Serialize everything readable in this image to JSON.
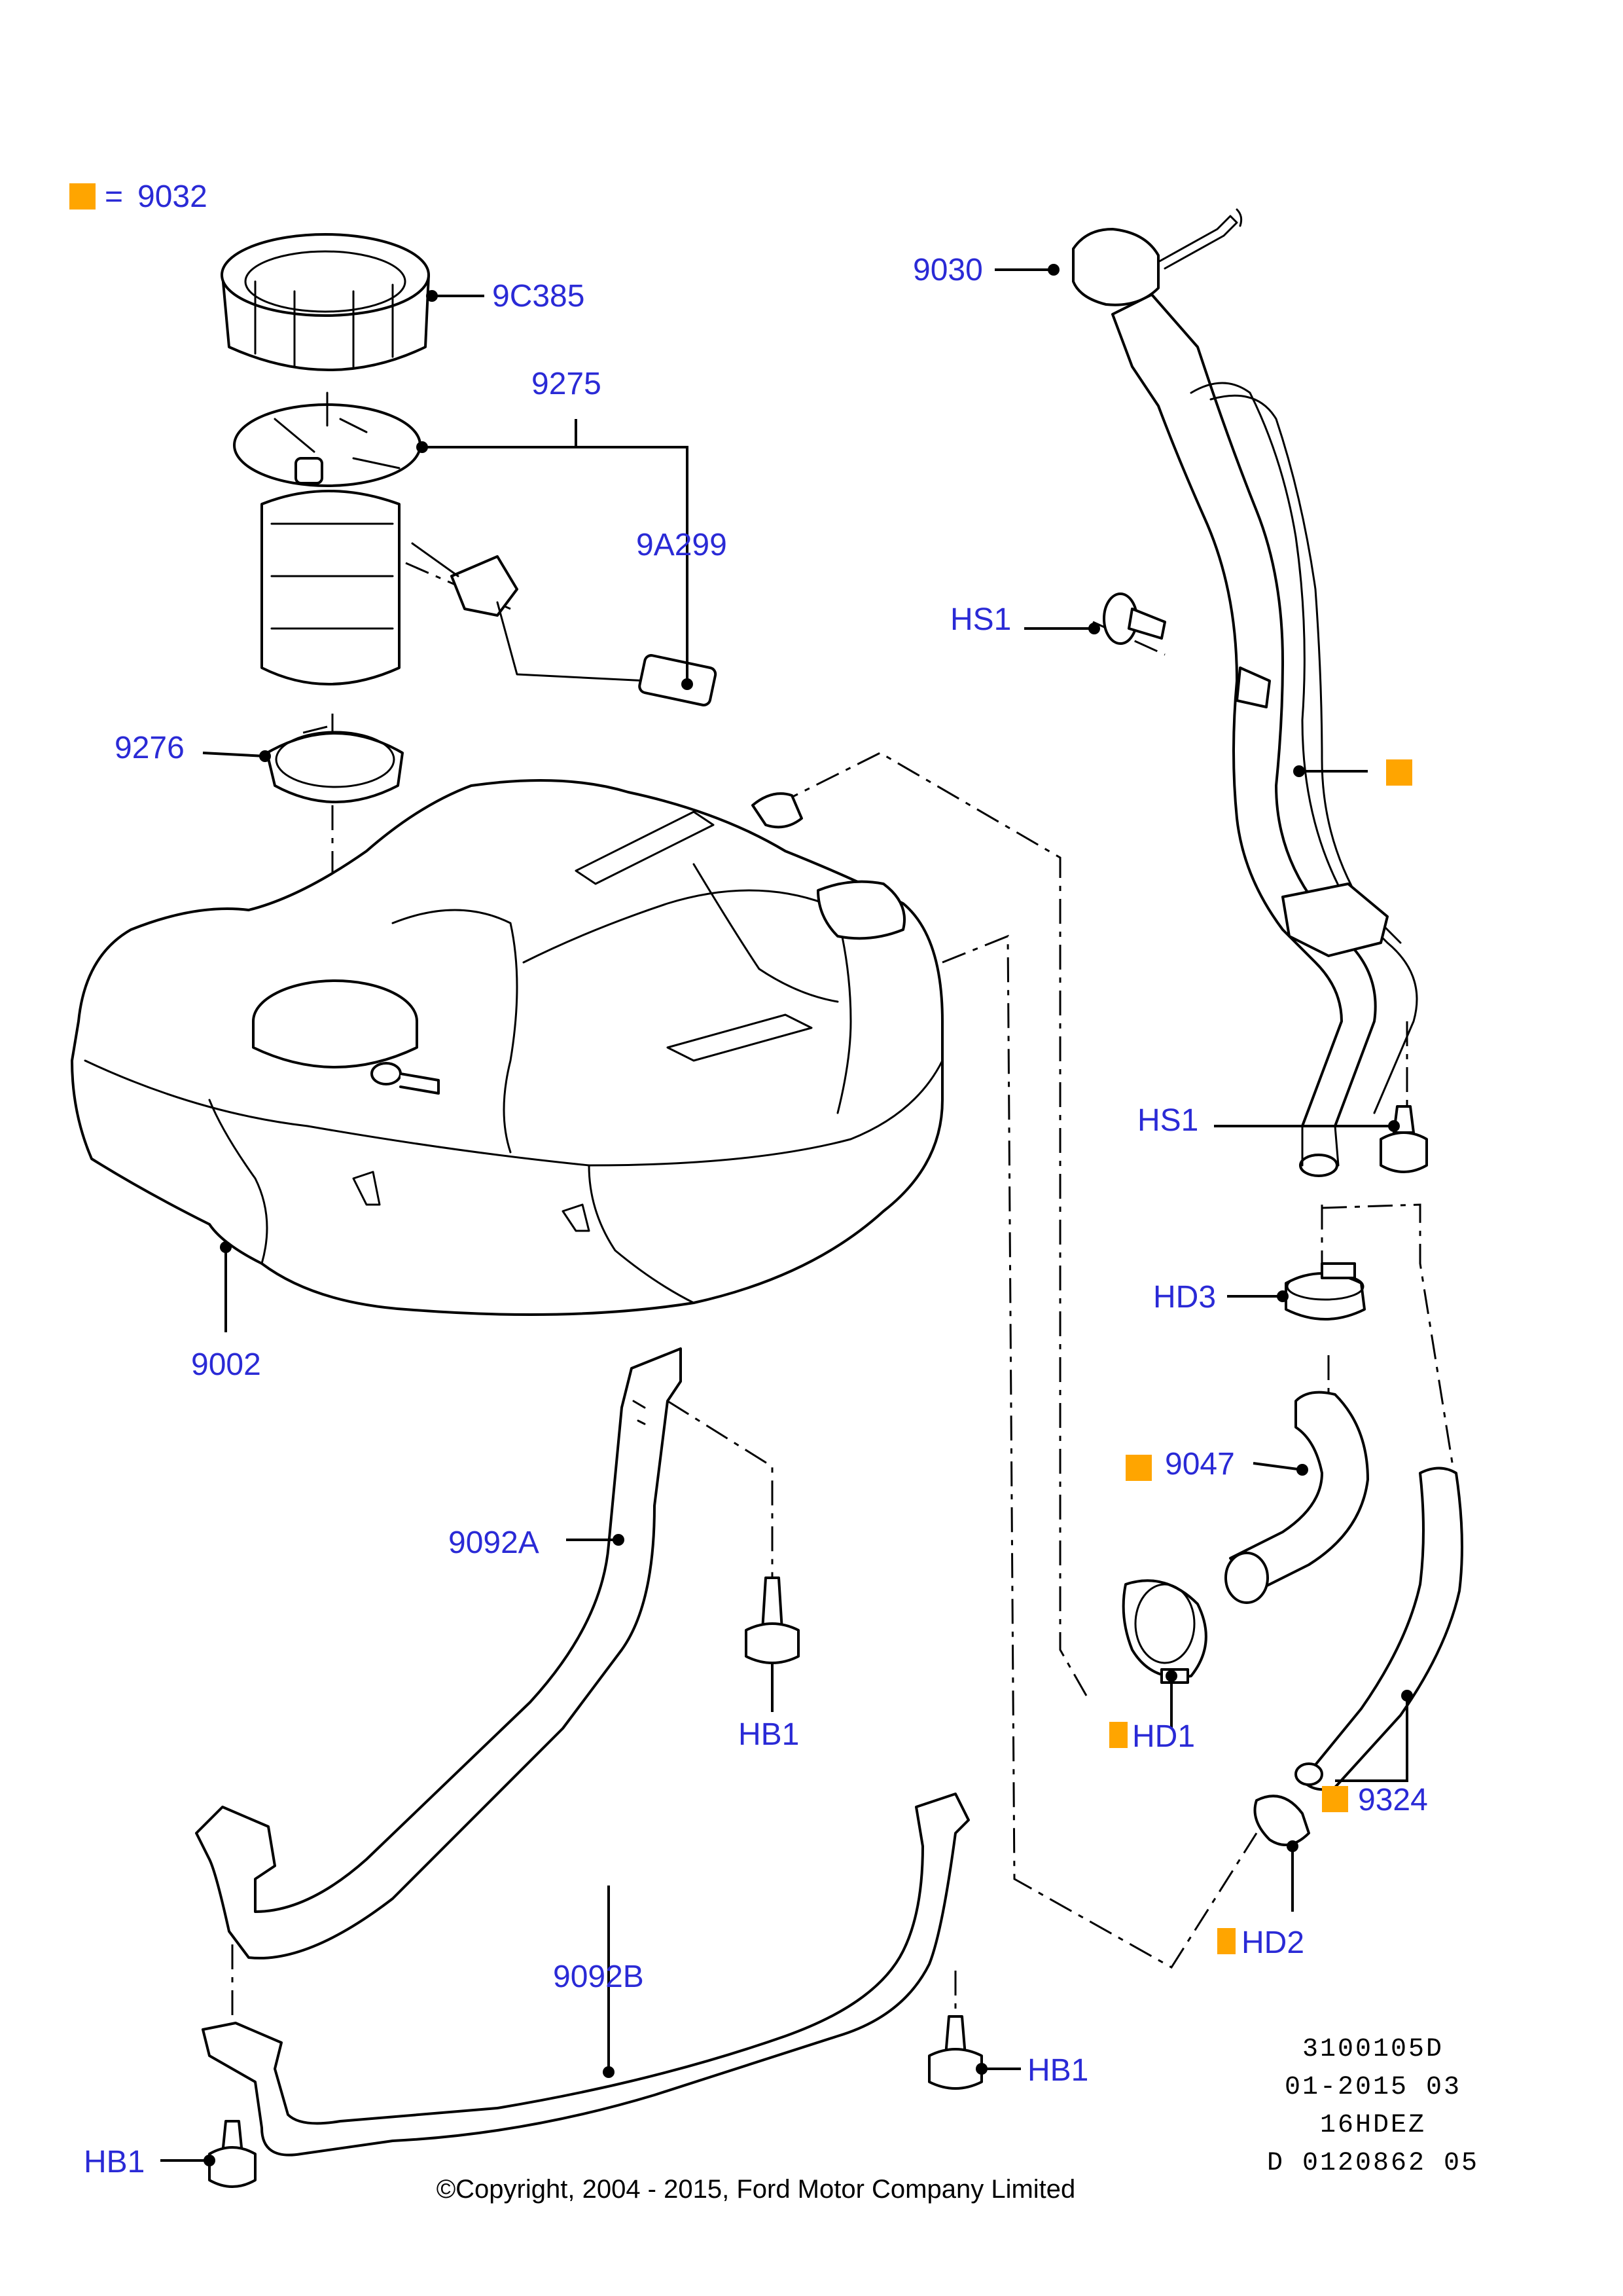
{
  "legend": {
    "equals": "=",
    "part": "9032"
  },
  "parts": {
    "p9C385": "9C385",
    "p9275": "9275",
    "p9A299": "9A299",
    "p9276": "9276",
    "p9002": "9002",
    "p9030": "9030",
    "pHS1a": "HS1",
    "pHS1b": "HS1",
    "pHD3": "HD3",
    "p9047": "9047",
    "pHD1": "HD1",
    "p9324": "9324",
    "pHD2": "HD2",
    "p9092A": "9092A",
    "pHB1a": "HB1",
    "p9092B": "9092B",
    "pHB1b": "HB1",
    "pHB1c": "HB1"
  },
  "drawing_info": {
    "line1": "3100105D",
    "line2": "01-2015 03",
    "line3": "16HDEZ",
    "line4": "D 0120862 05"
  },
  "copyright": "©Copyright, 2004 - 2015, Ford Motor Company Limited",
  "colors": {
    "callout": "#2a2ad6",
    "marker": "#ffa500",
    "line": "#000000"
  }
}
